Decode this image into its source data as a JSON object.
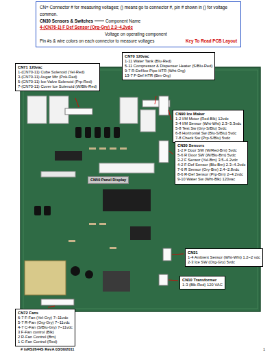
{
  "diagram": {
    "nodes": [
      {
        "text": [
          "CN= Connector # for measuring voltages; () means go to connector #, pin # shown in () for voltage common.",
          "CN30 Sensors & Switches",
          "Component Name",
          "4-(CN76-1) F Def Sensor (Org-Gry) 2.3~4.2vdc",
          "Voltage on operating component",
          "Pin #s & wire colors on each connector to measure voltages",
          "Key To Read PCB Layout"
        ]
      },
      {
        "text": [
          "CN70 120vac",
          "1-11 Water Tank (Blu-Red)",
          "5-11 Compressor & Dispenser Heater (S/Blu-Red)",
          "9-7 R-Def/Ice Pipe HTR (Wht-Org)",
          "13-7 F-Def HTR (Brn-Org)"
        ]
      },
      {
        "text": [
          "CN71 120vac",
          "1-(CN70-11) Cube Solenoid (Yel-Red)",
          "3-(CN70-11) Augar Mtr (Pnk-Red)",
          "5-(CN70-11) Ice-Valve Solenoid (Prp-Red)",
          "7-(CN70-11) Cover Ice Solenoid (W/Blk-Red)"
        ]
      },
      {
        "text": [
          "CN90 Ice Maker",
          "1-2 I/M Motor (Red-Blk) 12vdc",
          "3-4 I/M Sensor (Wht-Wht) 2.3~3.3vdc",
          "5-8 Test Sw (Gry-S/Blu) 5vdc",
          "6-8 Horizontal Sw (Blu-S/Blu) 5vdc",
          "7-8 Check Sw (Prp-S/Blu) 5vdc"
        ]
      },
      {
        "text": [
          "CN30 Sensors",
          "1-2 F Door SW (W/Red-Brn) 5vdc",
          "5-6 R Door SW (W/Blu-Brn) 5vdc",
          "3-2 F Sensor (Yel-Brn) 3.5~4.2vdc",
          "4-2 F-Def Sensor (Blu-Brn) 2.3~4.2vdc",
          "7-6 R Sensor (Gry-Brn) 2.4~2.8vdc",
          "8-6 R-Def Sensor (Prp-Brn) 2~4.2vdc",
          "9-10 Water Sw (Wht-Blk) 120vac"
        ]
      },
      {
        "text": [
          "CN50 Panel Display"
        ]
      },
      {
        "text": [
          "CN31",
          "1-4 Ambient Sensor (Wht-Wht) 1.2~2 vdc",
          "2-3 Ice SW (Org-Gry) 5vdc"
        ]
      },
      {
        "text": [
          "CN10 Transformer",
          "1-3 (Blk-Red) 120 VAC"
        ]
      },
      {
        "text": [
          "CN72 Fans",
          "6-7 F-Fan (Yel-Gry) 7~11vdc",
          "5-7 R-Fan (Org-Gry) 7~11vdc",
          "4-7 C-Fan (S/Blu-Gry) 7~11vdc",
          "3 F-Fan control (Blk)",
          "2 R-Fan Control (Brn)",
          "1 C-Fan Control (Red)"
        ]
      }
    ],
    "labels": [
      "# tsRS2644S RevA 03/30/2011",
      "1"
    ]
  }
}
